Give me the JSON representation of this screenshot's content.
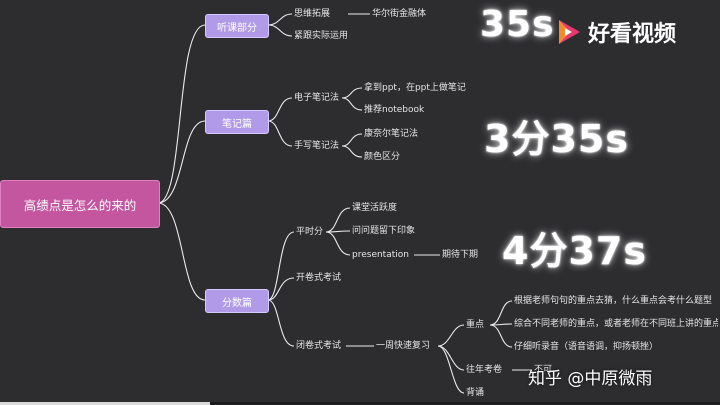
{
  "mindmap": {
    "root": "高绩点是怎么的来的",
    "listening": {
      "label": "听课部分",
      "items": [
        "思维拓展",
        "紧跟实际运用"
      ],
      "sub": "华尔街金融体"
    },
    "notes": {
      "label": "笔记篇",
      "electronic": {
        "label": "电子笔记法",
        "items": [
          "拿到ppt，在ppt上做笔记",
          "推荐notebook"
        ]
      },
      "handwritten": {
        "label": "手写笔记法",
        "items": [
          "康奈尔笔记法",
          "颜色区分"
        ]
      }
    },
    "scores": {
      "label": "分数篇",
      "regular": {
        "label": "平时分",
        "items": [
          "课堂活跃度",
          "问问题留下印象",
          "presentation"
        ],
        "presentation_next": "期待下期"
      },
      "openbook": "开卷式考试",
      "closedbook": {
        "label": "闭卷式考试",
        "review": "一周快速复习",
        "key_points": {
          "label": "重点",
          "items": [
            "根据老师句句的重点去猜，什么重点会考什么题型",
            "综合不同老师的重点，或者老师在不同班上讲的重点",
            "仔细听录音（语音语调，抑扬顿挫）"
          ]
        },
        "past_papers": "往年考卷",
        "past_papers_note": "不可",
        "recite": "背诵"
      }
    }
  },
  "timestamps": [
    "35s",
    "3分35s",
    "4分37s"
  ],
  "logo": {
    "text": "好看视频",
    "icon": "play-logo-icon"
  },
  "watermark": "知乎 @中原微雨",
  "colors": {
    "background": "#2d2d30",
    "branch_node": "#b19be8",
    "root_node": "#c4569f",
    "line": "#ffffff"
  }
}
